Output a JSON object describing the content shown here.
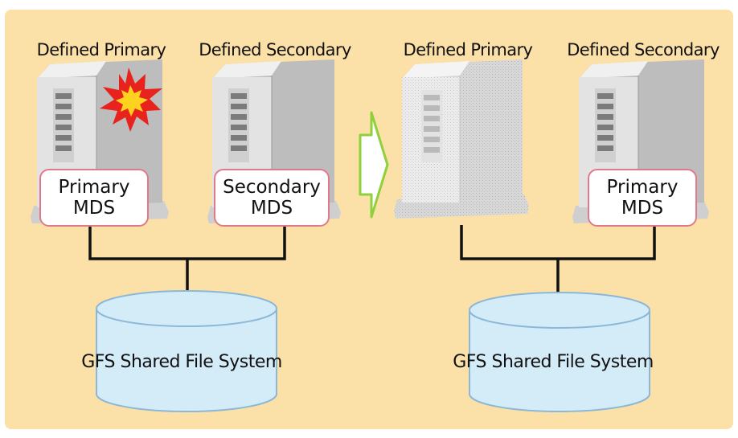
{
  "colors": {
    "background_panel": "#fbe0a8",
    "server_body": "#e3e3e3",
    "server_side": "#bdbdbd",
    "mds_border": "#e07a8a",
    "disk_fill": "#d4ecf8",
    "disk_stroke": "#8ab8d6",
    "arrow_fill": "#ffffff",
    "arrow_stroke": "#8fd03c",
    "burst_outer": "#e8231d",
    "burst_inner": "#ffd21f"
  },
  "before": {
    "primary_server": {
      "label": "Defined Primary",
      "mds_line1": "Primary",
      "mds_line2": "MDS",
      "state": "failed",
      "icon": "explosion-icon"
    },
    "secondary_server": {
      "label": "Defined Secondary",
      "mds_line1": "Secondary",
      "mds_line2": "MDS"
    },
    "shared_fs_label": "GFS Shared File System"
  },
  "transition_icon": "right-arrow-icon",
  "after": {
    "primary_server": {
      "label": "Defined Primary",
      "state": "down"
    },
    "secondary_server": {
      "label": "Defined Secondary",
      "mds_line1": "Primary",
      "mds_line2": "MDS"
    },
    "shared_fs_label": "GFS Shared File System"
  }
}
